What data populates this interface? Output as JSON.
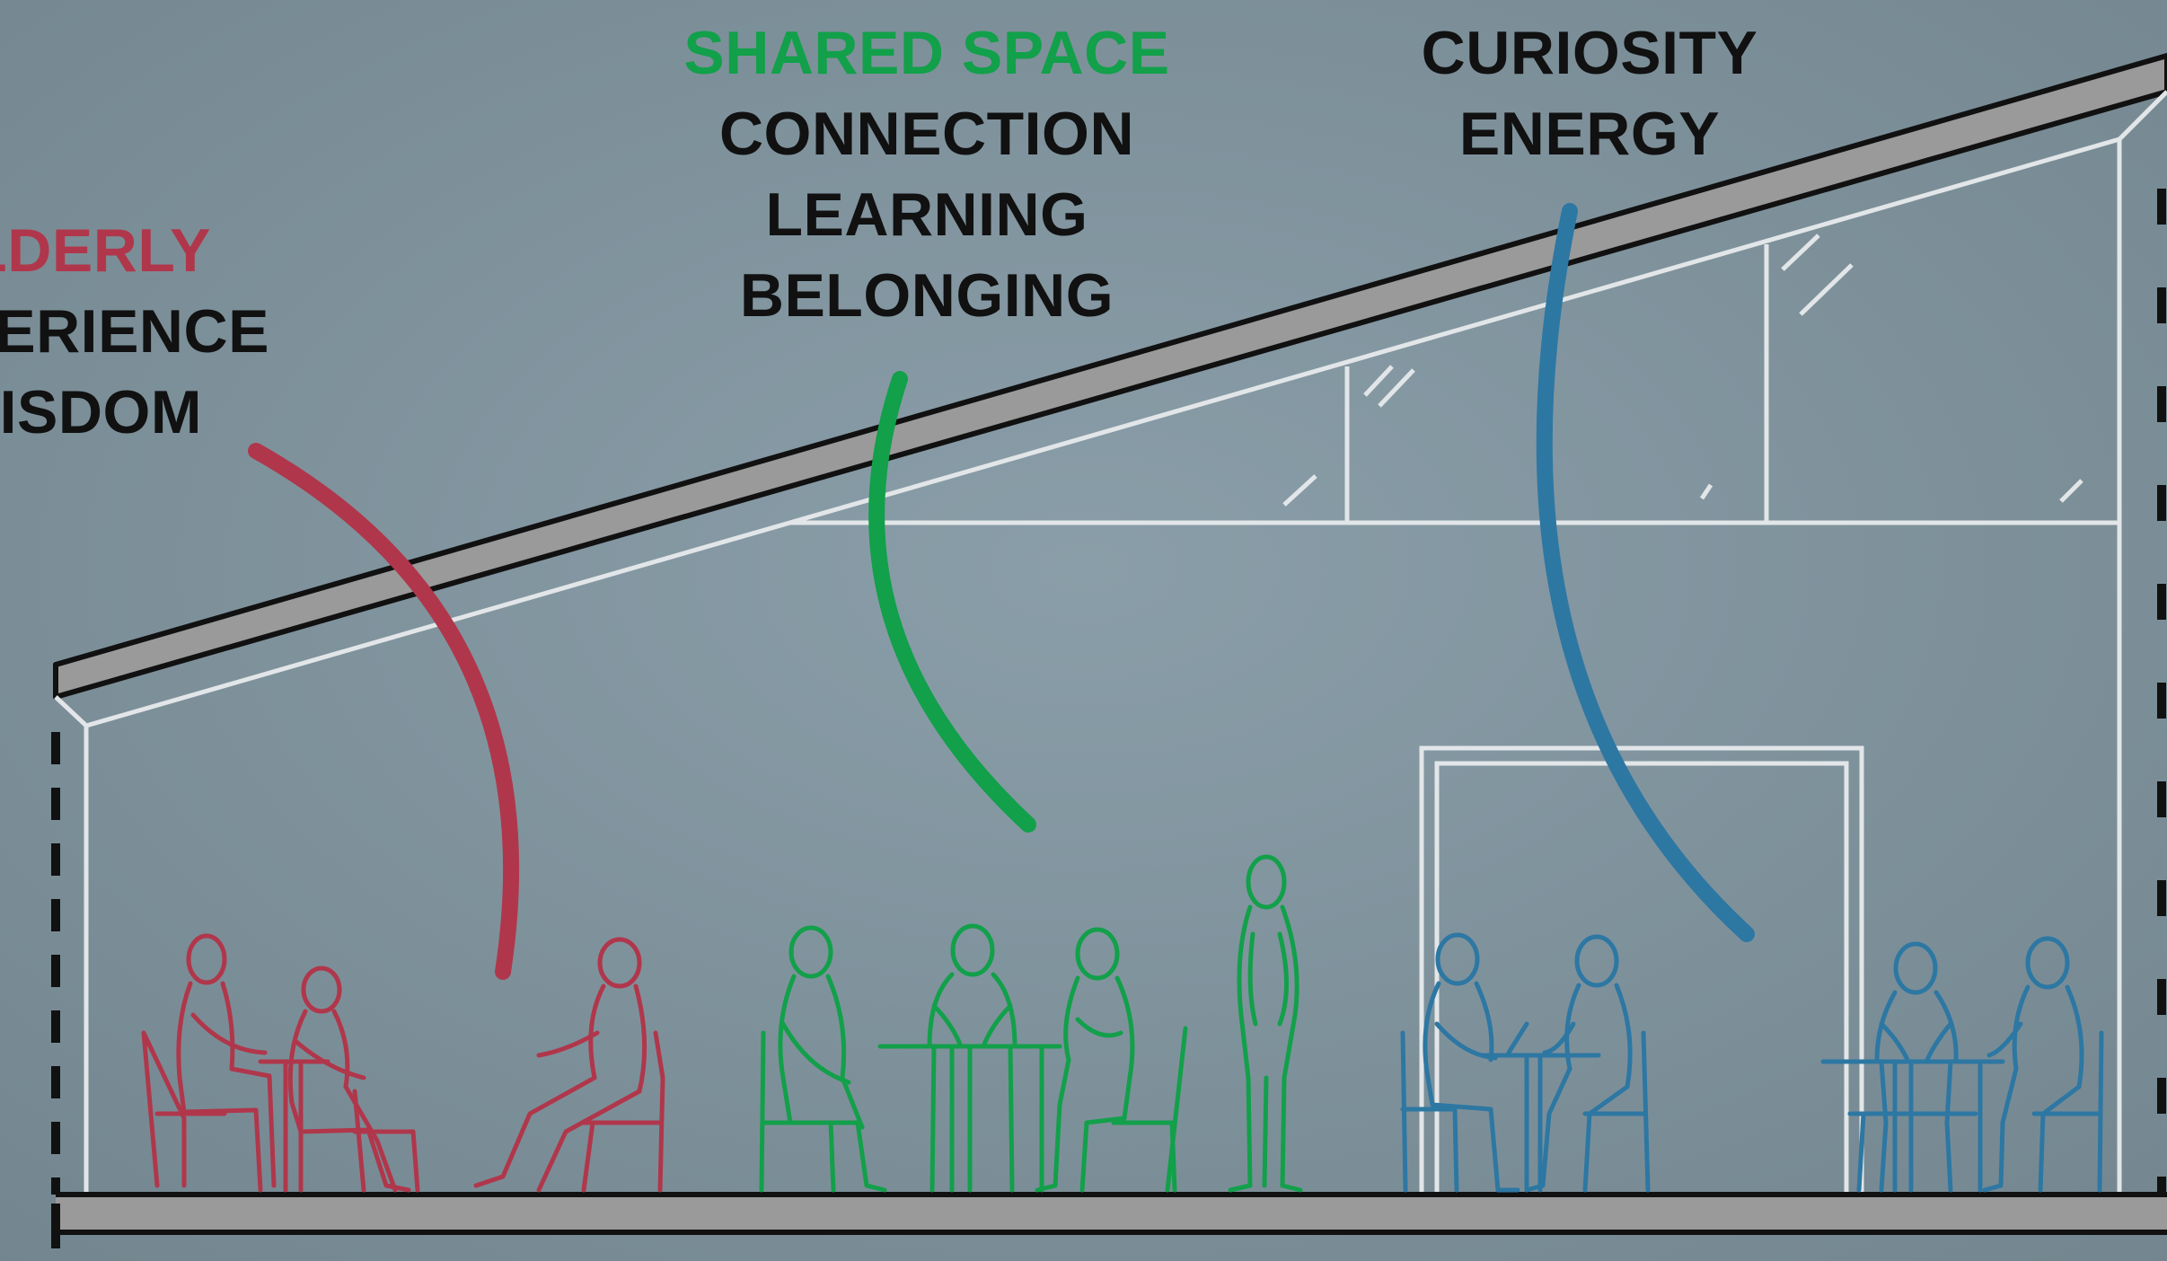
{
  "groups": {
    "elderly": {
      "heading": "ELDERLY",
      "words": [
        "EXPERIENCE",
        "WISDOM"
      ],
      "color": "#b0374b"
    },
    "shared": {
      "heading": "SHARED SPACE",
      "words": [
        "CONNECTION",
        "LEARNING",
        "BELONGING"
      ],
      "color": "#12a04a"
    },
    "youth": {
      "heading": "",
      "words": [
        "CURIOSITY",
        "ENERGY"
      ],
      "color": "#2d77a3"
    }
  },
  "colors": {
    "background": "#7d919c",
    "structure": "#e2e6e8",
    "roof_fill": "#9a9a9a",
    "ink": "#111111"
  }
}
